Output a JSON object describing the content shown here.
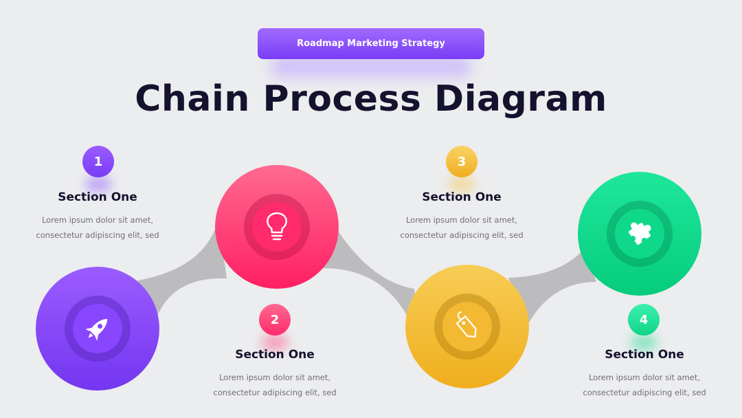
{
  "header": {
    "pill_label": "Roadmap Marketing Strategy",
    "title": "Chain Process Diagram"
  },
  "steps": [
    {
      "number": "1",
      "title": "Section One",
      "desc_line1": "Lorem ipsum dolor sit amet,",
      "desc_line2": "consectetur adipiscing elit, sed",
      "icon": "rocket-icon",
      "color": "#8a4dff"
    },
    {
      "number": "2",
      "title": "Section One",
      "desc_line1": "Lorem ipsum dolor sit amet,",
      "desc_line2": "consectetur adipiscing elit, sed",
      "icon": "lightbulb-icon",
      "color": "#ff3f78"
    },
    {
      "number": "3",
      "title": "Section One",
      "desc_line1": "Lorem ipsum dolor sit amet,",
      "desc_line2": "consectetur adipiscing elit, sed",
      "icon": "price-tag-icon",
      "color": "#f6c23e"
    },
    {
      "number": "4",
      "title": "Section One",
      "desc_line1": "Lorem ipsum dolor sit amet,",
      "desc_line2": "consectetur adipiscing elit, sed",
      "icon": "puzzle-icon",
      "color": "#13d98a"
    }
  ]
}
